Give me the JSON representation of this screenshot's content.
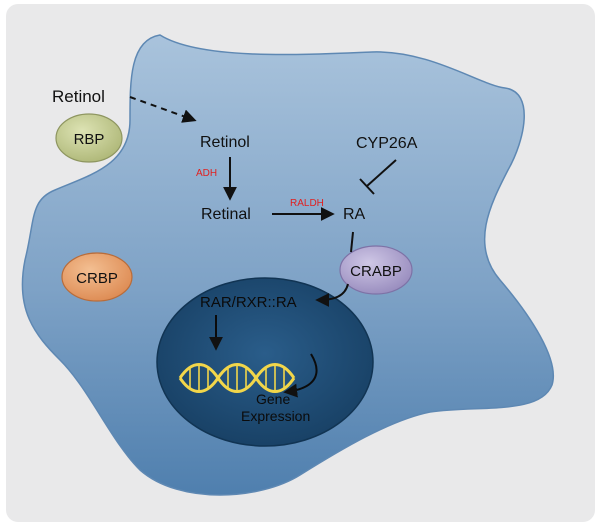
{
  "labels": {
    "retinol_outside": "Retinol",
    "rbp": "RBP",
    "retinol_inside": "Retinol",
    "adh": "ADH",
    "retinal": "Retinal",
    "raldh": "RALDH",
    "ra": "RA",
    "cyp26a": "CYP26A",
    "crabp": "CRABP",
    "crbp": "CRBP",
    "rar_rxr": "RAR/RXR::RA",
    "gene_line1": "Gene",
    "gene_line2": "Expression"
  },
  "colors": {
    "panel_bg": "#e9e9ea",
    "cell_top": "#a9c3dc",
    "cell_bottom": "#4f7fae",
    "nucleus": "#1f4f78",
    "rbp_fill": "#c7cf8f",
    "crbp_fill": "#e7a06a",
    "crabp_fill": "#b3a9cf",
    "enzyme_red": "#e02020",
    "dna": "#f2d64a"
  }
}
